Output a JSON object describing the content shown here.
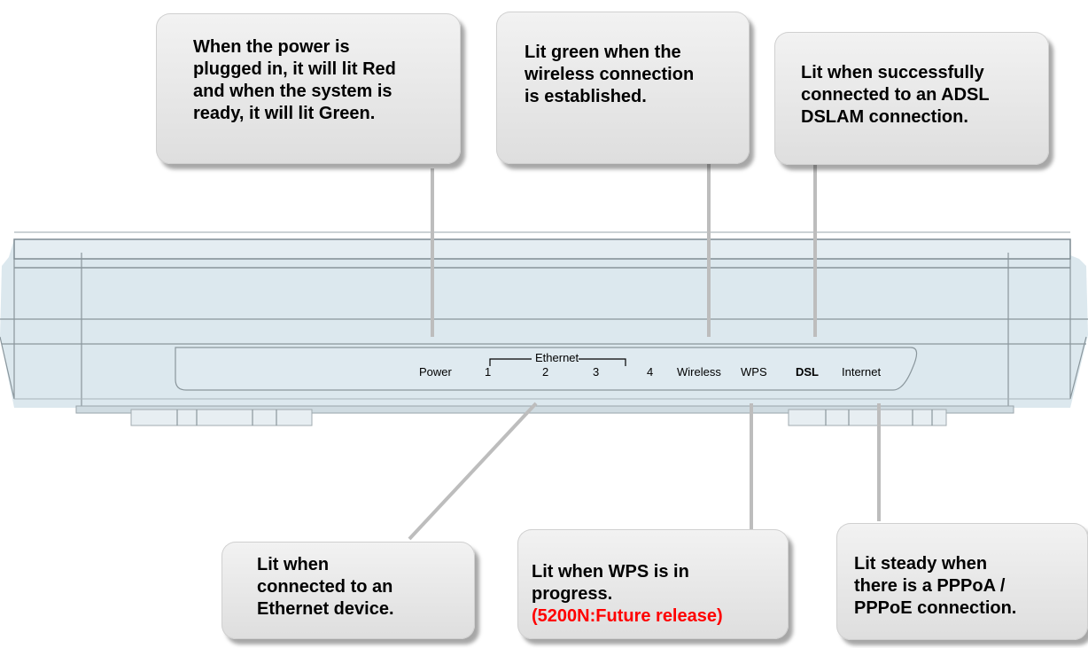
{
  "callouts": {
    "power": [
      "When the power is",
      "plugged in, it will lit Red",
      "and when the system is",
      "ready, it will lit Green."
    ],
    "wireless": [
      "Lit green when the",
      "wireless connection",
      "is established."
    ],
    "dsl": [
      "Lit when successfully",
      "connected to an ADSL",
      "DSLAM connection."
    ],
    "ethernet": [
      "Lit when",
      "connected to an",
      "Ethernet device."
    ],
    "wps": [
      "Lit when WPS is in",
      "progress."
    ],
    "wps_note": "(5200N:Future release)",
    "internet": [
      "Lit steady when",
      "there is a PPPoA /",
      "PPPoE connection."
    ]
  },
  "panel": {
    "power": "Power",
    "ethernet_group": "Ethernet",
    "port1": "1",
    "port2": "2",
    "port3": "3",
    "port4": "4",
    "wireless": "Wireless",
    "wps": "WPS",
    "dsl": "DSL",
    "internet": "Internet"
  },
  "colors": {
    "device_face": "#dce8ee",
    "device_top": "#e4edf2",
    "device_line": "#7f8c93",
    "leader_line": "#bdbdbd",
    "callout_fill": "#e6e6e6",
    "note_red": "#ff0000"
  }
}
